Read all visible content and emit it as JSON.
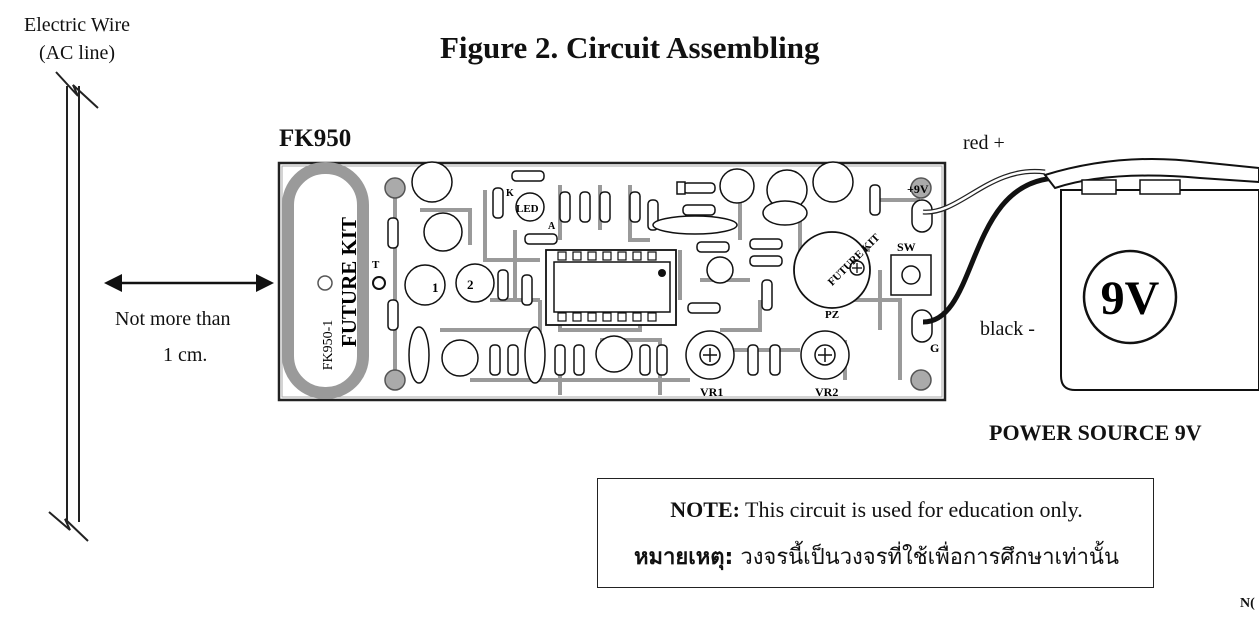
{
  "wire": {
    "line1": "Electric Wire",
    "line2": "(AC line)"
  },
  "title": "Figure 2. Circuit Assembling",
  "board": {
    "name": "FK950",
    "brand": "FUTURE KIT",
    "code": "FK950-1",
    "labels": {
      "t": "T",
      "coil1": "1",
      "coil2": "2",
      "led": "LED",
      "k": "K",
      "a": "A",
      "plus9v": "+9V",
      "sw": "SW",
      "pz": "PZ",
      "g": "G",
      "vr1": "VR1",
      "vr2": "VR2",
      "pz_text": "FUTURE KIT"
    }
  },
  "battery": {
    "red": "red +",
    "black": "black -",
    "voltage": "9V",
    "caption": "POWER SOURCE 9V"
  },
  "distance": {
    "line1": "Not more than",
    "line2": "1 cm."
  },
  "note": {
    "en_bold": "NOTE:",
    "en_text": " This circuit is used for education only.",
    "th_bold": "หมายเหตุ:",
    "th_text": " วงจรนี้เป็นวงจรที่ใช้เพื่อการศึกษาเท่านั้น"
  },
  "corner": "N("
}
